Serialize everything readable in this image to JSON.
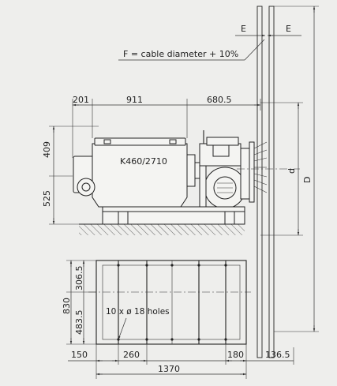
{
  "diagram": {
    "cable_note": "F = cable diameter + 10%",
    "model_label": "K460/2710",
    "holes_note": "10 x ø 18 holes",
    "dimension_labels": {
      "e_left": "E",
      "e_right": "E",
      "top_201": "201",
      "top_911": "911",
      "top_680_5": "680.5",
      "left_409": "409",
      "left_525": "525",
      "d_small": "d",
      "d_large": "D",
      "left_830": "830",
      "left_306_5": "306.5",
      "left_483_5": "483.5",
      "bottom_150": "150",
      "bottom_260": "260",
      "bottom_180": "180",
      "bottom_136_5": "136.5",
      "bottom_1370": "1370"
    }
  }
}
